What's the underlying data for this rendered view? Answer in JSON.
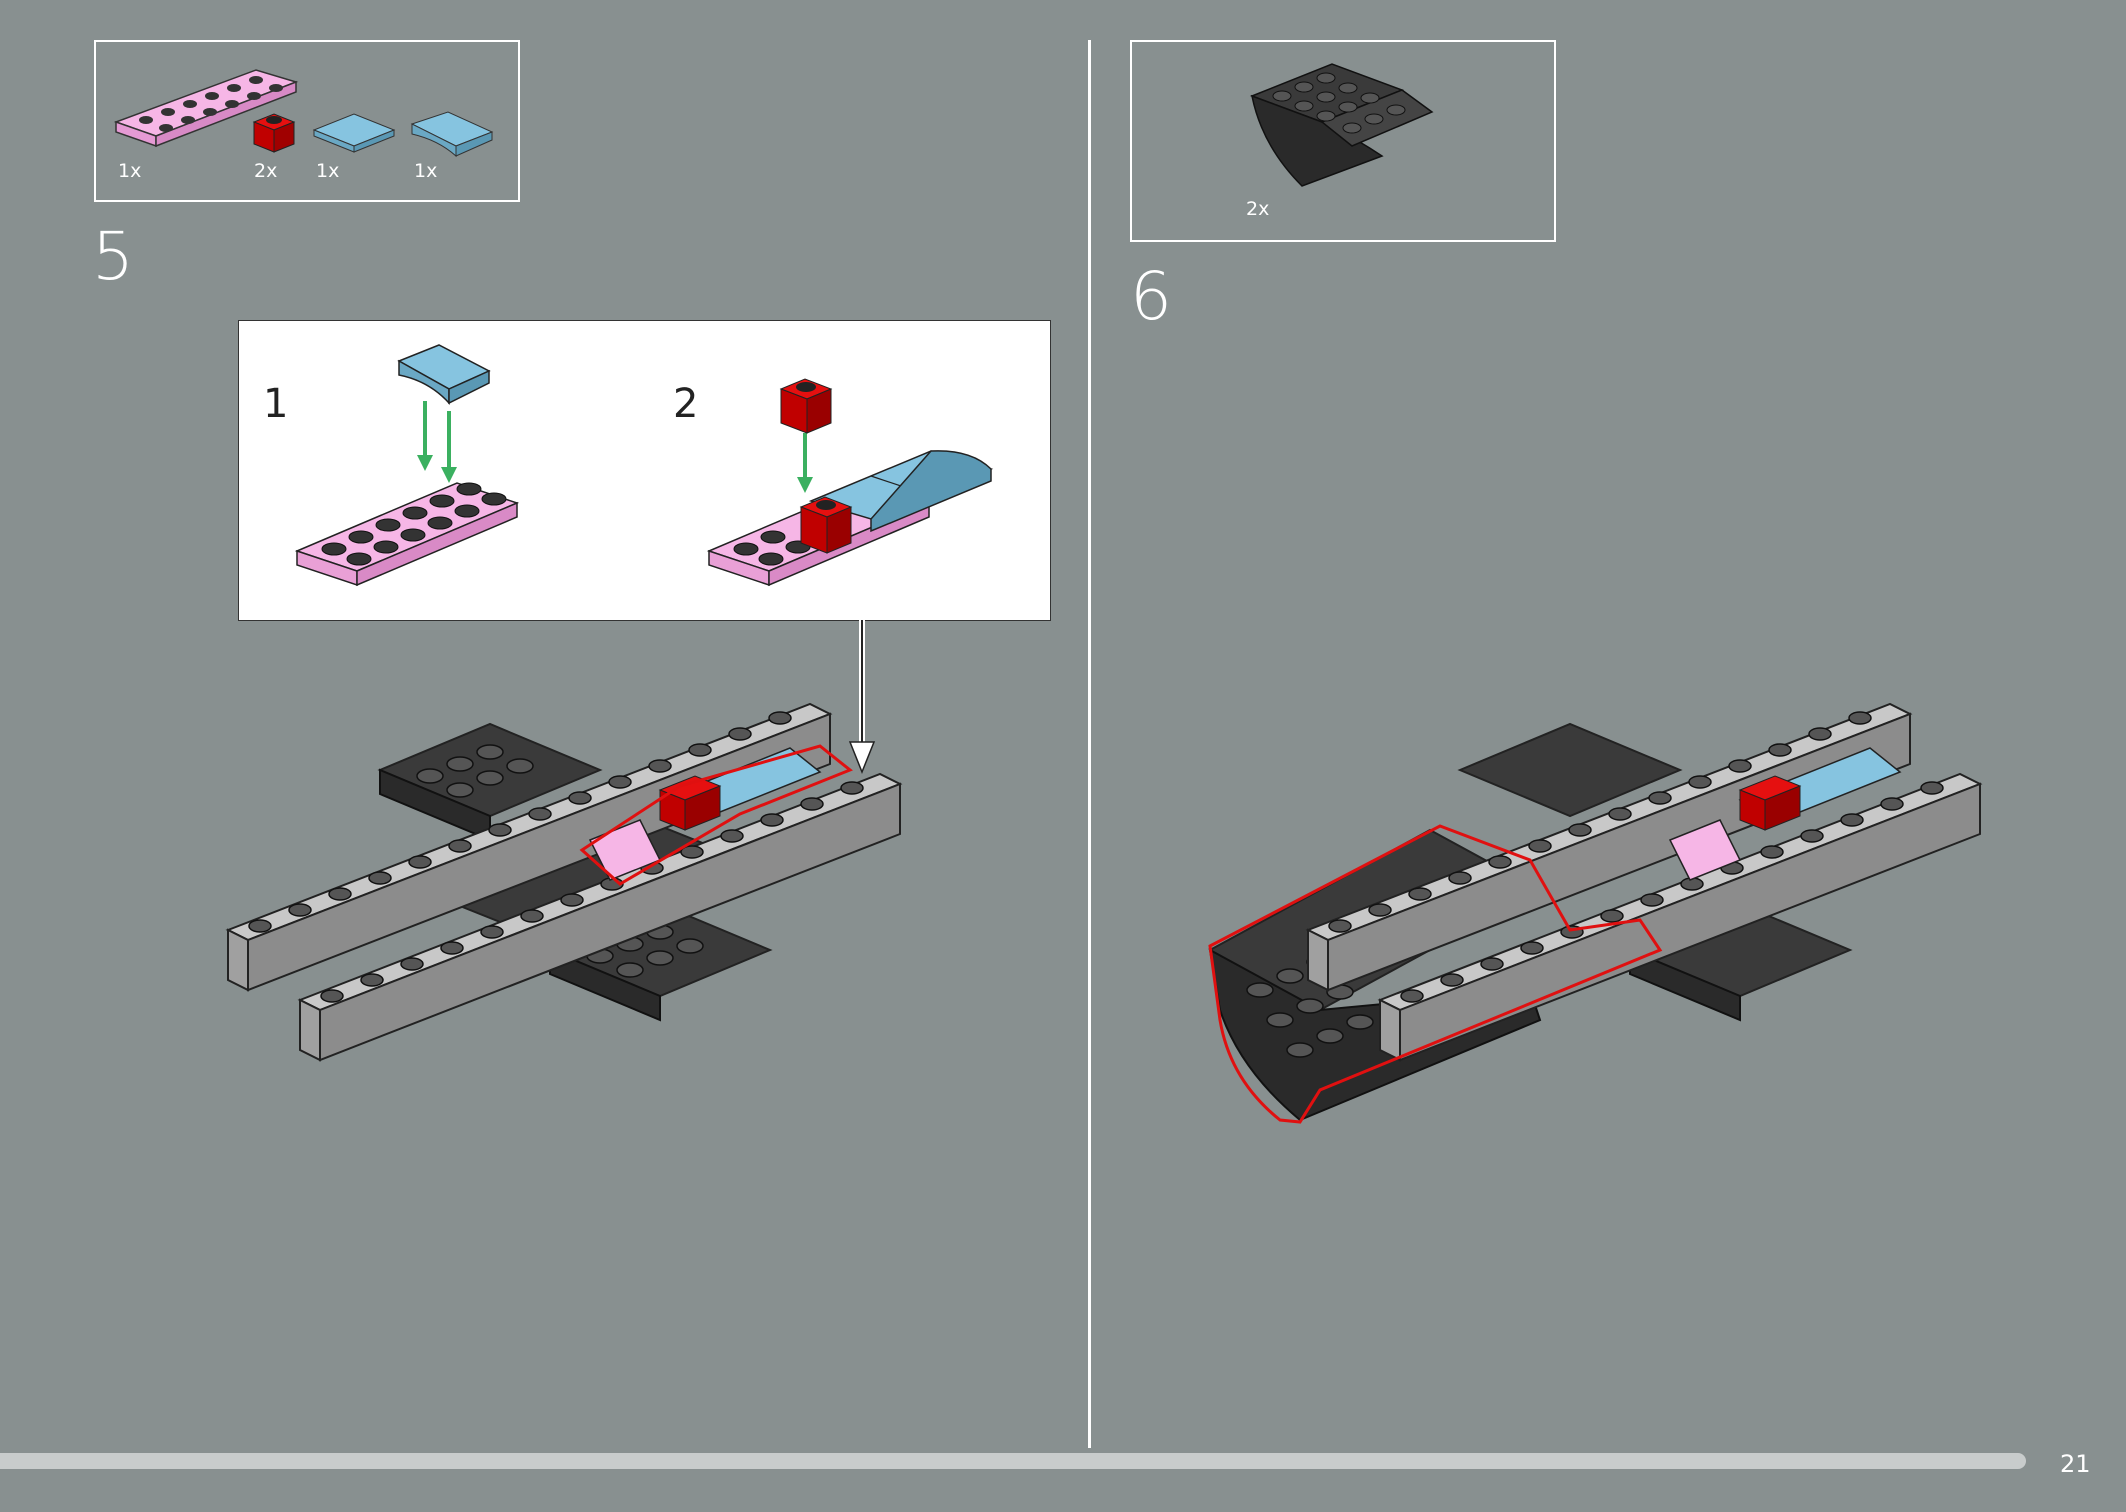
{
  "step5": {
    "number": "5",
    "parts": [
      {
        "qty": "1x",
        "name": "pink plate 2x6"
      },
      {
        "qty": "2x",
        "name": "red brick 1x1"
      },
      {
        "qty": "1x",
        "name": "light blue tile 2x2"
      },
      {
        "qty": "1x",
        "name": "light blue curved slope 2x2"
      }
    ],
    "substeps": [
      "1",
      "2"
    ]
  },
  "step6": {
    "number": "6",
    "parts": [
      {
        "qty": "2x",
        "name": "dark gray inverted slope 4x4"
      }
    ]
  },
  "page_number": "21",
  "colors": {
    "background": "#889090",
    "pink": "#f6b6e6",
    "red": "#d20000",
    "light_blue": "#86c4e0",
    "dark_gray": "#3a3a3a",
    "light_gray": "#a8a8a8",
    "arrow_green": "#3bb060",
    "highlight_red": "#e01010"
  }
}
